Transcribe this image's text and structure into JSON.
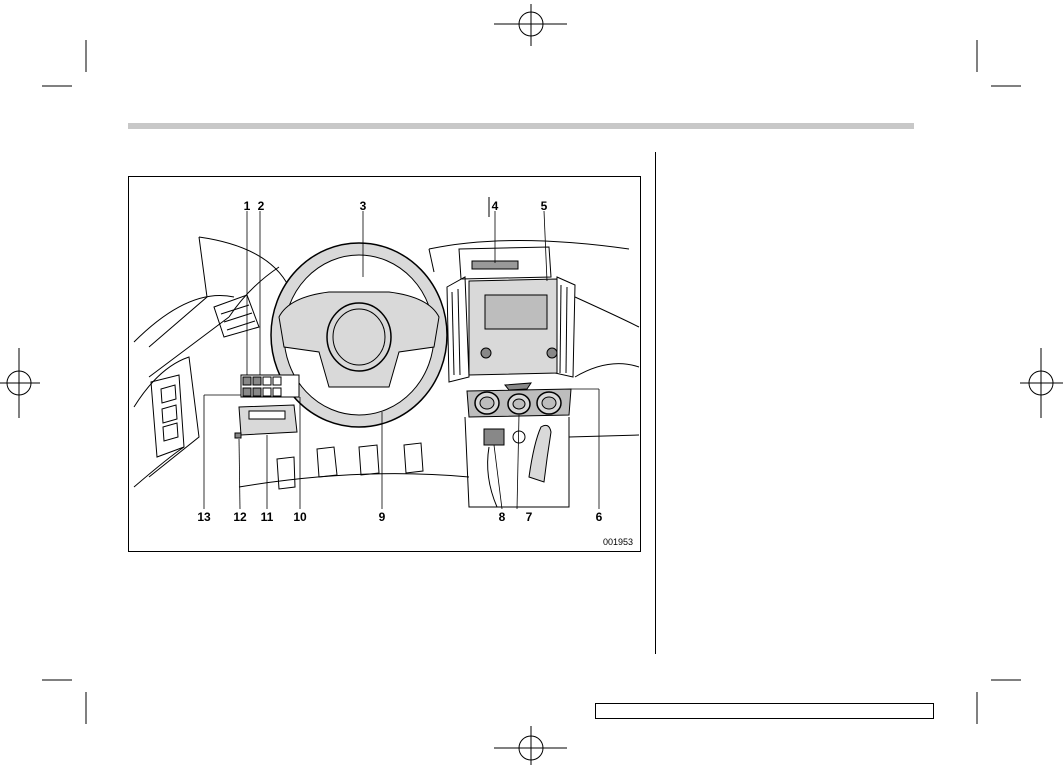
{
  "figure": {
    "callouts": [
      "1",
      "2",
      "3",
      "4",
      "5",
      "6",
      "7",
      "8",
      "9",
      "10",
      "11",
      "12",
      "13"
    ],
    "figure_id": "001953"
  },
  "footer": {
    "text": ""
  }
}
